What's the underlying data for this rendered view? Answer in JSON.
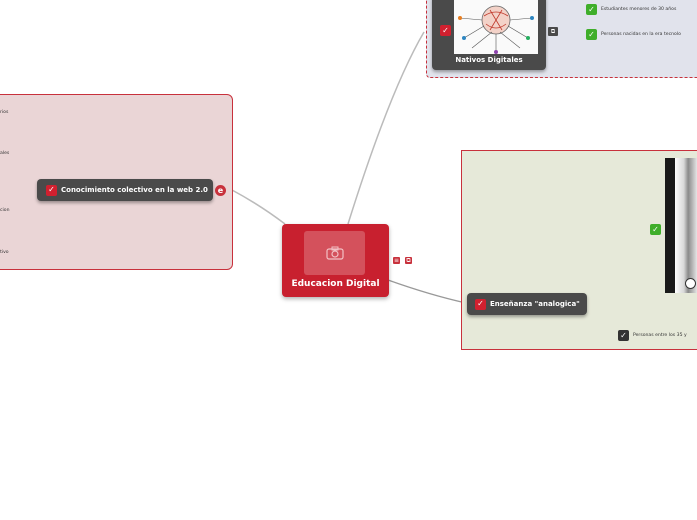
{
  "central": {
    "label": "Educacion Digital"
  },
  "left": {
    "node_label": "Conocimiento colectivo en la web 2.0",
    "leaves": [
      "rios",
      "ales",
      "cion",
      "tivo"
    ]
  },
  "top": {
    "node_label": "Nativos Digitales",
    "leaves": [
      "Estudiantes menores de 30 años",
      "Personas nacidas en la era tecnolo"
    ]
  },
  "right": {
    "node_label": "Enseñanza \"analogica\"",
    "leaves": [
      "Personas entre los 35 y"
    ]
  },
  "colors": {
    "accent": "#c8313c",
    "node": "#4a4a4a",
    "check_green": "#3fae2a"
  }
}
